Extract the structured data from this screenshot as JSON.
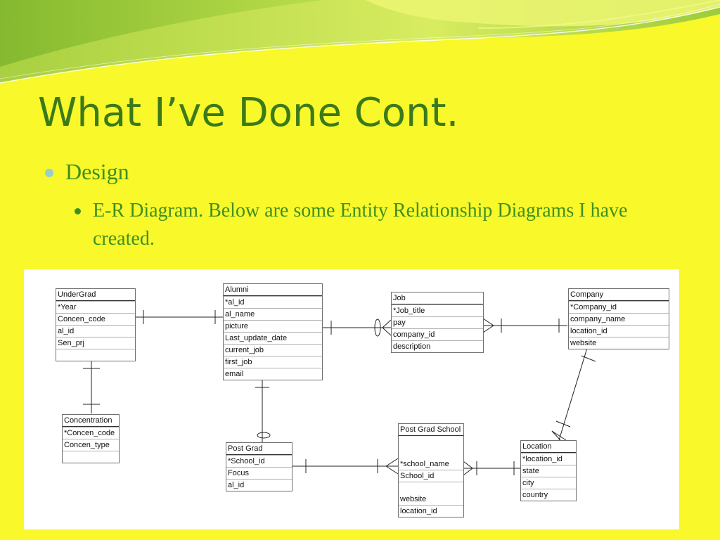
{
  "slide": {
    "title": "What I’ve Done Cont.",
    "bullet_1": "Design",
    "bullet_2": "E-R Diagram. Below are some Entity Relationship Diagrams I have created."
  },
  "colors": {
    "background": "#f8f82a",
    "title": "#3b7a1a",
    "bullet_text": "#3f8f20",
    "bullet_dot_level1": "#98cfc6"
  },
  "diagram": {
    "undergrad": {
      "name": "UnderGrad",
      "fields": [
        "*Year",
        "Concen_code",
        "al_id",
        "Sen_prj"
      ]
    },
    "concentration": {
      "name": "Concentration",
      "fields": [
        "*Concen_code",
        "Concen_type"
      ]
    },
    "alumni": {
      "name": "Alumni",
      "fields": [
        "*al_id",
        "al_name",
        "picture",
        "Last_update_date",
        "current_job",
        "first_job",
        "email"
      ]
    },
    "job": {
      "name": "Job",
      "fields": [
        "*Job_title",
        "pay",
        "company_id",
        "description"
      ]
    },
    "company": {
      "name": "Company",
      "fields": [
        "*Company_id",
        "company_name",
        "location_id",
        "website"
      ]
    },
    "post_grad": {
      "name": "Post Grad",
      "fields": [
        "*School_id",
        "Focus",
        "al_id"
      ]
    },
    "post_grad_school": {
      "name": "Post Grad School",
      "fields": [
        "*school_name",
        "School_id",
        "website",
        "location_id"
      ]
    },
    "location": {
      "name": "Location",
      "fields": [
        "*location_id",
        "state",
        "city",
        "country"
      ]
    }
  }
}
